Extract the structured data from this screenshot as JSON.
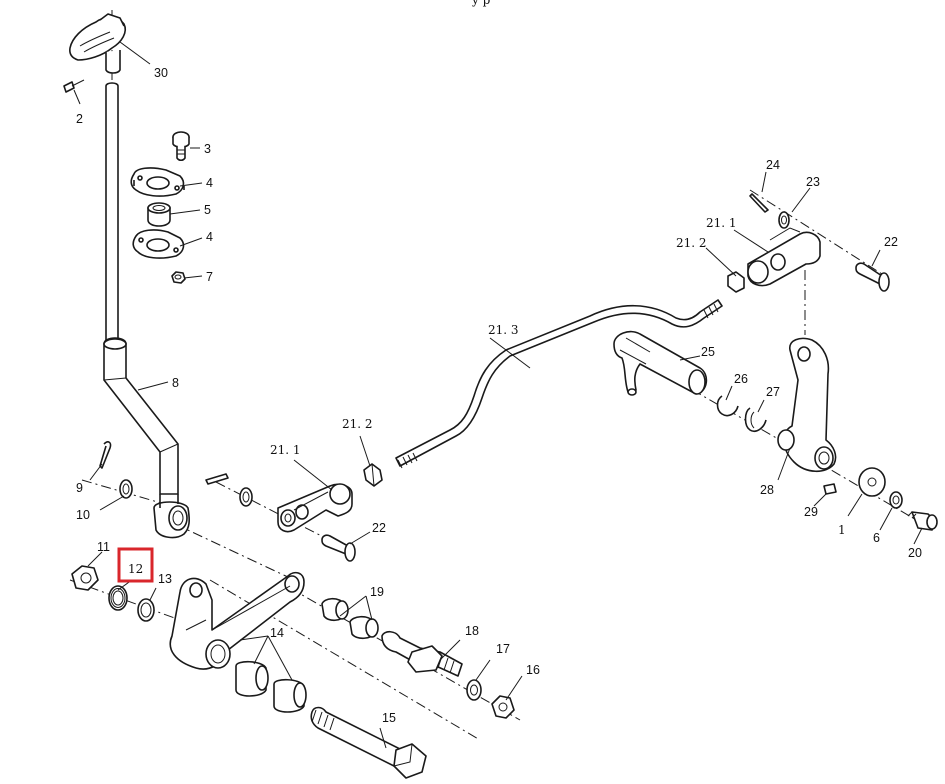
{
  "header_fragment": "y p",
  "highlight": {
    "target": "12",
    "color": "#d9262b"
  },
  "labels": {
    "l30": "30",
    "l2": "2",
    "l3": "3",
    "l4a": "4",
    "l5": "5",
    "l4b": "4",
    "l7": "7",
    "l8": "8",
    "l9": "9",
    "l10": "10",
    "l11": "11",
    "l12": "12",
    "l13": "13",
    "l14": "14",
    "l15": "15",
    "l16": "16",
    "l17": "17",
    "l18": "18",
    "l19": "19",
    "l20": "20",
    "l1": "1",
    "l6": "6",
    "l29": "29",
    "l28": "28",
    "l27": "27",
    "l26": "26",
    "l25": "25",
    "l22a": "22",
    "l22b": "22",
    "l23": "23",
    "l24": "24",
    "l21_1a": "21. 1",
    "l21_2a": "21. 2",
    "l21_3": "21. 3",
    "l21_1b": "21. 1",
    "l21_2b": "21. 2"
  }
}
